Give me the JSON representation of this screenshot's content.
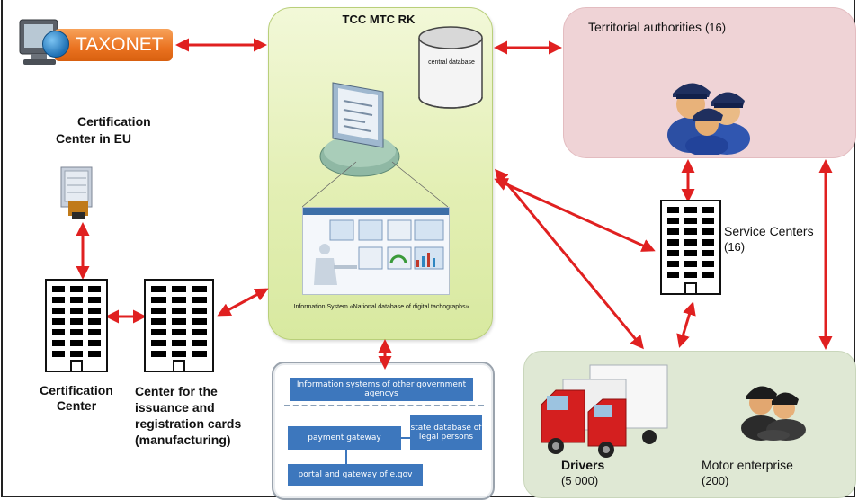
{
  "taxonet": {
    "label": "TAXONET"
  },
  "tcc": {
    "title": "TCC MTC RK",
    "db_label": "central database",
    "is_label": "Information System «National database of digital tachographs»"
  },
  "territorial": {
    "label": "Territorial authorities",
    "count": "(16)"
  },
  "cert_eu": {
    "line1": "Certification",
    "line2": "Center  in EU"
  },
  "cert_center": {
    "line1": "Certification",
    "line2": "Center"
  },
  "issuance": {
    "line1": "Center for the",
    "line2": "issuance and",
    "line3": "registration cards",
    "line4": "(manufacturing)"
  },
  "service": {
    "label": "Service Centers",
    "count": "(16)"
  },
  "gov": {
    "other": "Information systems of other government agencys",
    "payment": "payment gateway",
    "state_db": "state database of legal persons",
    "portal": "portal and gateway of e.gov"
  },
  "drivers": {
    "label": "Drivers",
    "count": "(5 000)"
  },
  "motor": {
    "label": "Motor enterprise",
    "count": "(200)"
  },
  "colors": {
    "arrow": "#e02020",
    "tcc_zone": "#e3efb4",
    "terr_zone": "#efd3d6",
    "drivers_zone": "#dfe8d4",
    "gov_box": "#3d77bd",
    "taxonet": "#ea7220"
  }
}
